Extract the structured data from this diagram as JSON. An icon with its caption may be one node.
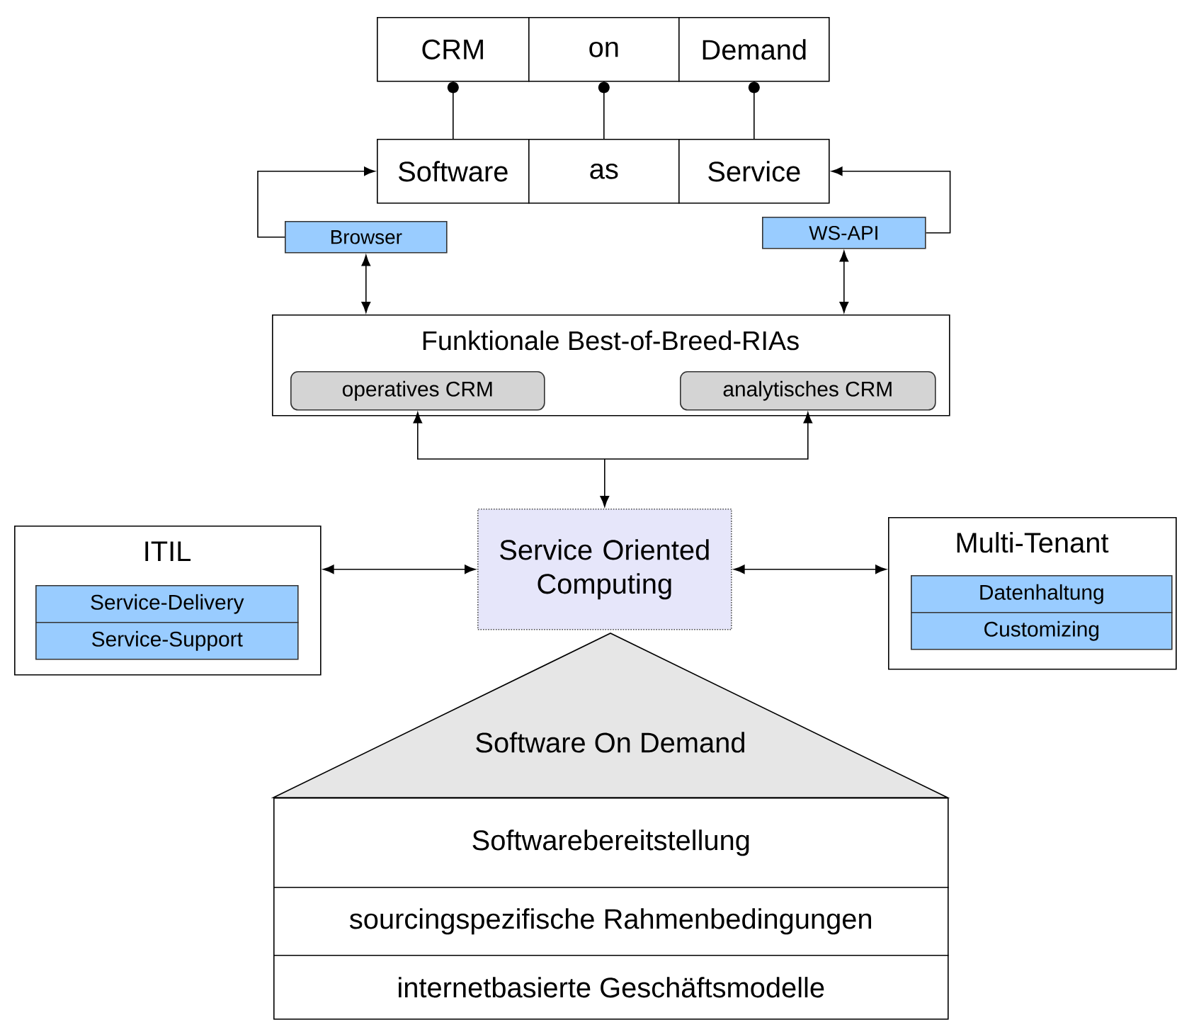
{
  "diagram": {
    "nodes": [
      {
        "text": [
          "CRM"
        ]
      },
      {
        "text": [
          "on"
        ]
      },
      {
        "text": [
          "Demand"
        ]
      },
      {
        "text": [
          "Software"
        ]
      },
      {
        "text": [
          "as"
        ]
      },
      {
        "text": [
          "Service"
        ]
      },
      {
        "text": [
          "Browser"
        ]
      },
      {
        "text": [
          "WS-API"
        ]
      },
      {
        "text": [
          "Funktionale Best-of-Breed-RIAs"
        ]
      },
      {
        "text": [
          "operatives CRM"
        ],
        "in": 8
      },
      {
        "text": [
          "analytisches CRM"
        ],
        "in": 8
      },
      {
        "text": [
          "ITIL"
        ]
      },
      {
        "text": [
          "Service-Delivery"
        ],
        "in": 11
      },
      {
        "text": [
          "Service-Support"
        ],
        "in": 11
      },
      {
        "text": [
          "Service Oriented Computing"
        ]
      },
      {
        "text": [
          "Multi-Tenant"
        ]
      },
      {
        "text": [
          "Datenhaltung"
        ],
        "in": 15
      },
      {
        "text": [
          "Customizing"
        ],
        "in": 15
      },
      {
        "text": [
          "Software On Demand"
        ]
      },
      {
        "text": [
          "Softwarebereitstellung"
        ]
      },
      {
        "text": [
          "sourcingspezifische Rahmenbedingungen"
        ]
      },
      {
        "text": [
          "internetbasierte Geschäftsmodelle"
        ]
      }
    ],
    "edges": [
      {
        "from": 3,
        "to": 0,
        "arrow": "other"
      },
      {
        "from": 4,
        "to": 1,
        "arrow": "other"
      },
      {
        "from": 5,
        "to": 2,
        "arrow": "other"
      },
      {
        "from": 6,
        "to": 3,
        "arrow": "to"
      },
      {
        "from": 7,
        "to": 5,
        "arrow": "to"
      },
      {
        "from": 6,
        "to": 8,
        "arrow": "both"
      },
      {
        "from": 7,
        "to": 8,
        "arrow": "both"
      },
      {
        "from": 14,
        "to": 9,
        "arrow": "both"
      },
      {
        "from": 14,
        "to": 10,
        "arrow": "both"
      },
      {
        "from": 11,
        "to": 14,
        "arrow": "both"
      },
      {
        "from": 14,
        "to": 15,
        "arrow": "both"
      }
    ]
  }
}
